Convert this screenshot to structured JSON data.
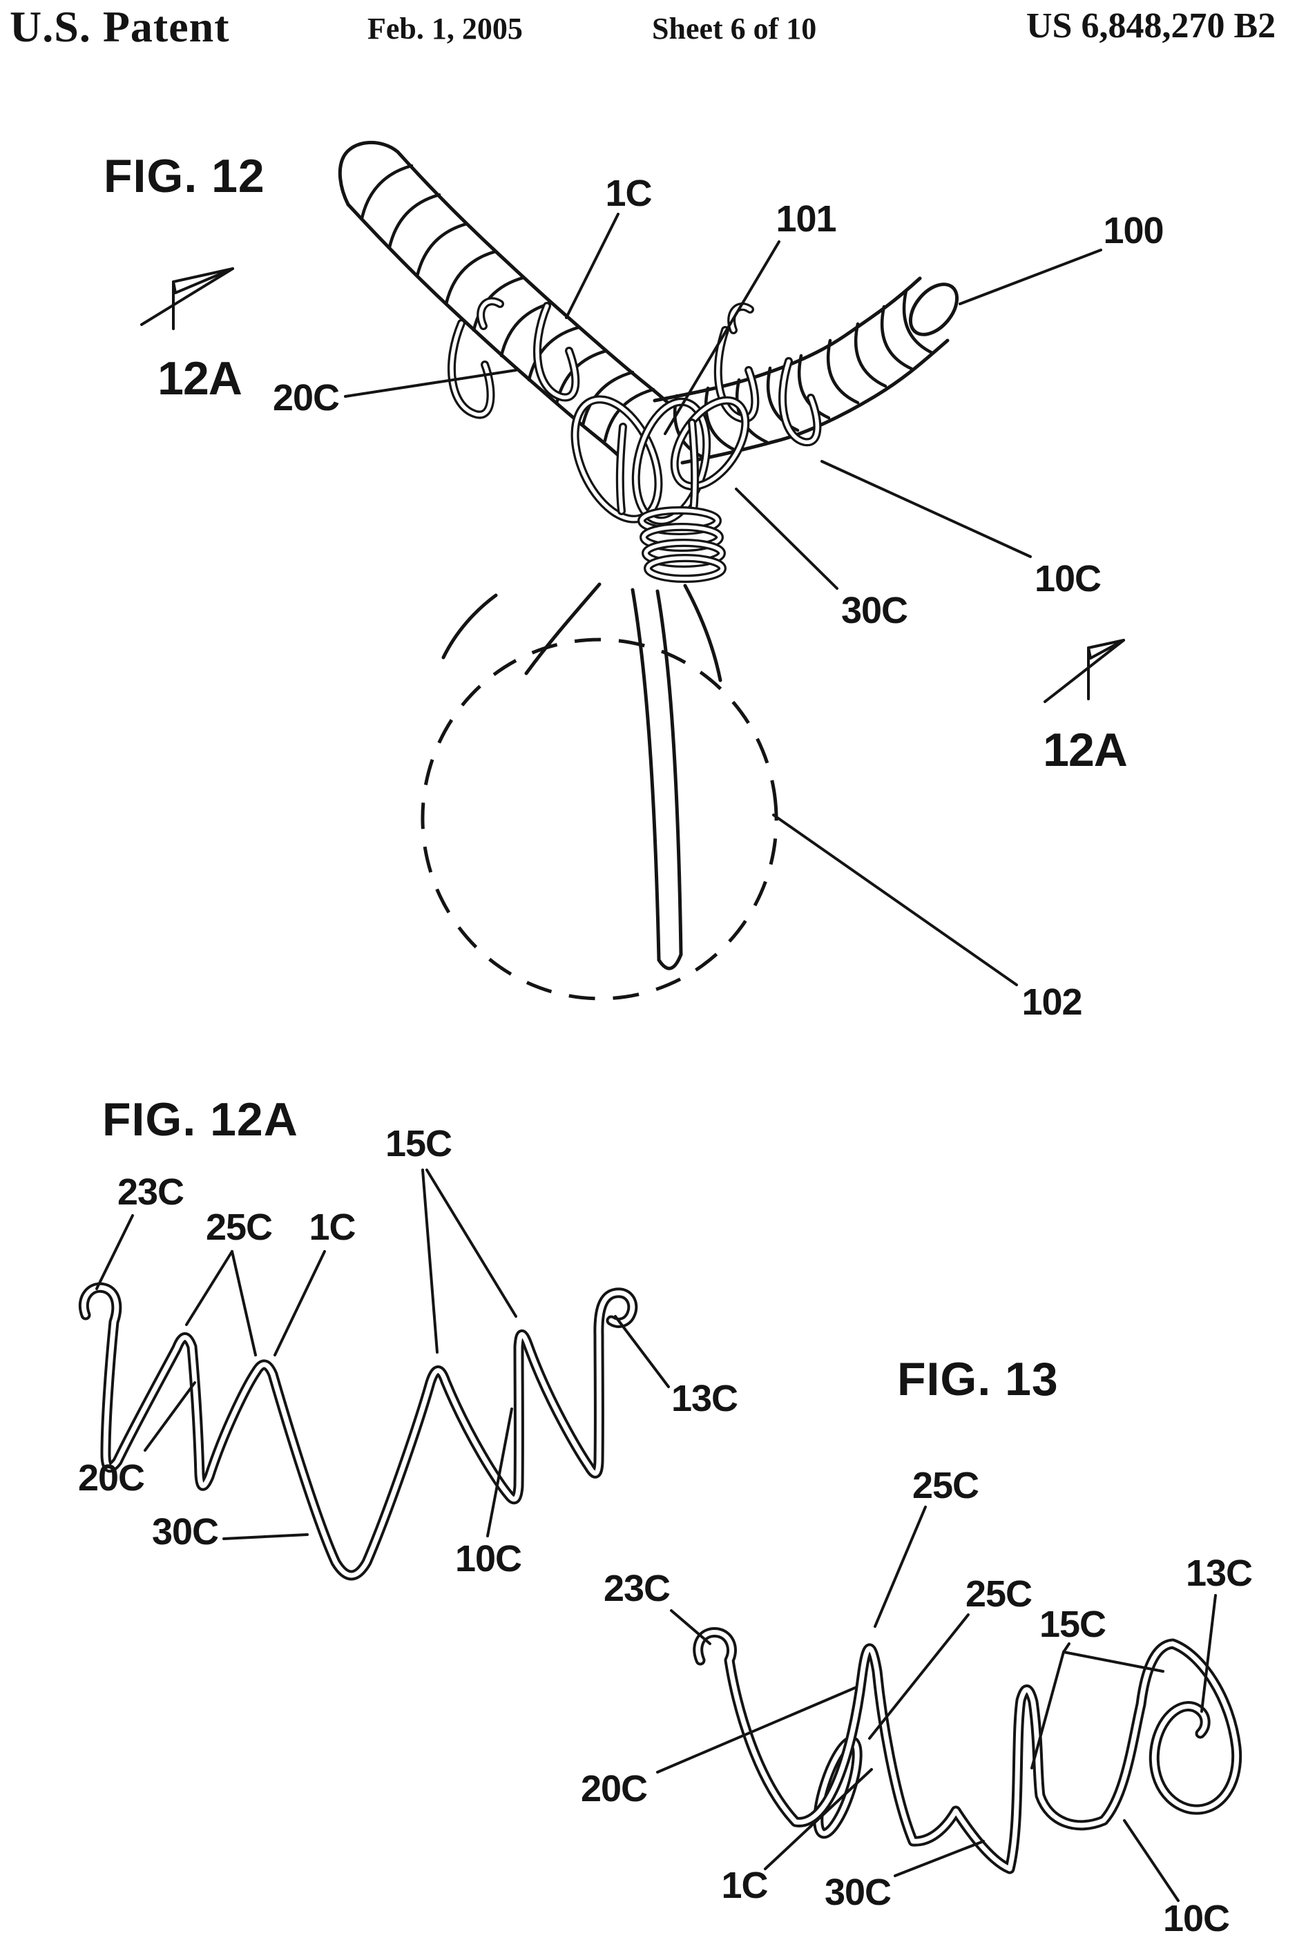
{
  "header": {
    "title": "U.S. Patent",
    "date": "Feb. 1, 2005",
    "sheet": "Sheet 6 of 10",
    "patent_number": "US 6,848,270 B2"
  },
  "fig12": {
    "title": "FIG. 12",
    "labels": {
      "ref_1c": "1C",
      "ref_101": "101",
      "ref_100": "100",
      "ref_20c": "20C",
      "ref_30c": "30C",
      "ref_10c": "10C",
      "ref_102": "102",
      "marker_left": "12A",
      "marker_right": "12A"
    }
  },
  "fig12a": {
    "title": "FIG. 12A",
    "labels": {
      "ref_23c": "23C",
      "ref_25c": "25C",
      "ref_1c": "1C",
      "ref_15c": "15C",
      "ref_13c": "13C",
      "ref_20c": "20C",
      "ref_30c": "30C",
      "ref_10c": "10C"
    }
  },
  "fig13": {
    "title": "FIG. 13",
    "labels": {
      "ref_23c": "23C",
      "ref_25c_upper": "25C",
      "ref_25c_lower": "25C",
      "ref_13c": "13C",
      "ref_15c": "15C",
      "ref_20c": "20C",
      "ref_1c": "1C",
      "ref_30c": "30C",
      "ref_10c": "10C"
    }
  },
  "colors": {
    "ink": "#141414",
    "paper": "#ffffff"
  }
}
